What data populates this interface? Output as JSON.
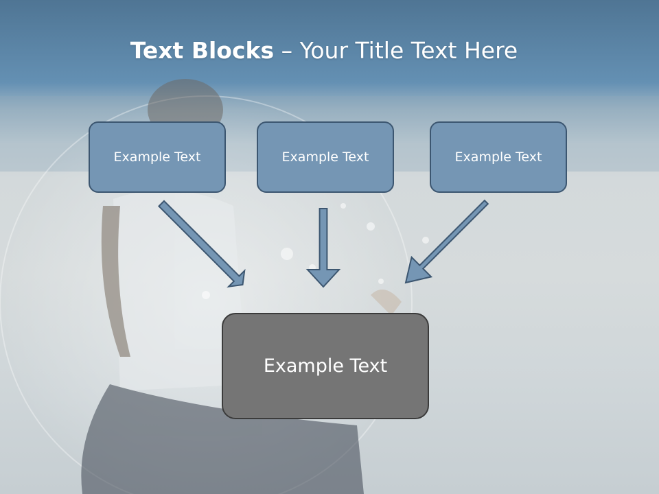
{
  "title": {
    "bold": "Text Blocks",
    "rest": " – Your Title Text Here"
  },
  "boxes": {
    "top_left": "Example Text",
    "top_center": "Example Text",
    "top_right": "Example Text",
    "bottom": "Example Text"
  },
  "colors": {
    "box_fill": "#7596b4",
    "box_border": "#3c5670",
    "bottom_box_fill": "#757575",
    "header_blue": "#5a84a6"
  }
}
